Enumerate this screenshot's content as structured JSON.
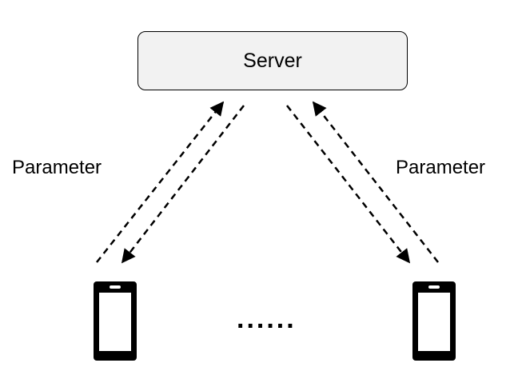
{
  "server": {
    "label": "Server"
  },
  "left_link": {
    "label": "Parameter"
  },
  "right_link": {
    "label": "Parameter"
  },
  "more_clients": {
    "label": "......"
  },
  "colors": {
    "stroke": "#000000",
    "server_fill": "#f2f2f2",
    "phone_screen": "#ffffff"
  },
  "icons": {
    "client_left": "smartphone-icon",
    "client_right": "smartphone-icon"
  }
}
